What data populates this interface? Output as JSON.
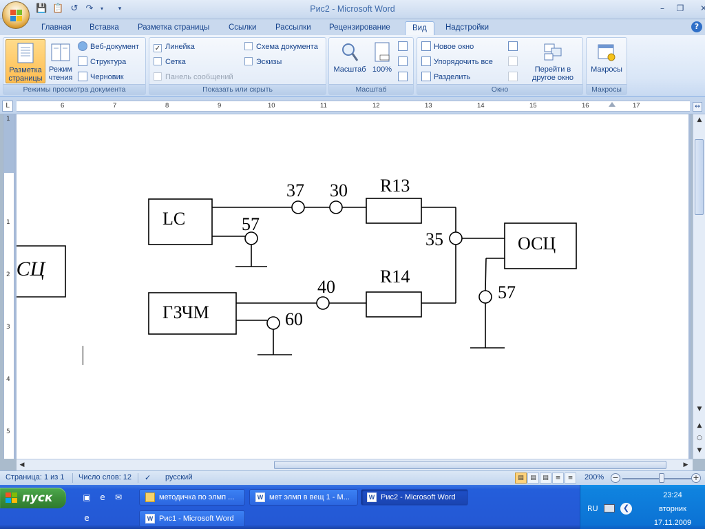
{
  "window": {
    "title": "Рис2 - Microsoft Word"
  },
  "tabs": [
    "Главная",
    "Вставка",
    "Разметка страницы",
    "Ссылки",
    "Рассылки",
    "Рецензирование",
    "Вид",
    "Надстройки"
  ],
  "active_tab": "Вид",
  "ribbon": {
    "view_modes": {
      "label": "Режимы просмотра документа",
      "page_layout": "Разметка страницы",
      "reading_mode": "Режим чтения",
      "web_document": "Веб-документ",
      "outline": "Структура",
      "draft": "Черновик"
    },
    "show_hide": {
      "label": "Показать или скрыть",
      "ruler": "Линейка",
      "ruler_checked": true,
      "grid": "Сетка",
      "message_bar": "Панель сообщений",
      "document_map": "Схема документа",
      "thumbnails": "Эскизы"
    },
    "zoom": {
      "label": "Масштаб",
      "zoom_button": "Масштаб",
      "hundred": "100%"
    },
    "window_group": {
      "label": "Окно",
      "new_window": "Новое окно",
      "arrange_all": "Упорядочить все",
      "split": "Разделить",
      "switch_windows": "Перейти в другое окно"
    },
    "macros": {
      "label": "Макросы",
      "button": "Макросы"
    }
  },
  "ruler": {
    "numbers": [
      "6",
      "7",
      "8",
      "9",
      "10",
      "11",
      "12",
      "13",
      "14",
      "15",
      "16",
      "17"
    ],
    "vertical_numbers": [
      "1",
      "1",
      "2",
      "3",
      "4",
      "5"
    ]
  },
  "diagram": {
    "blocks": {
      "lc": "LC",
      "gzchm": "ГЗЧМ",
      "osc": "ОСЦ",
      "osc_partial": "ОСЦ"
    },
    "resistors": {
      "r13": "R13",
      "r14": "R14"
    },
    "nodes": {
      "n37": "37",
      "n30": "30",
      "n57_left": "57",
      "n35": "35",
      "n40": "40",
      "n60": "60",
      "n57_right": "57"
    }
  },
  "statusbar": {
    "page": "Страница: 1 из 1",
    "words": "Число слов: 12",
    "language": "русский",
    "zoom": "200%",
    "zoom_level_percent": 200
  },
  "taskbar": {
    "start": "пуск",
    "tasks": [
      {
        "label": "методичка по элмп ...",
        "active": false
      },
      {
        "label": "мет элмп в вещ 1 - М...",
        "active": false
      },
      {
        "label": "Рис2 - Microsoft Word",
        "active": true
      },
      {
        "label": "Рис1 - Microsoft Word",
        "active": false
      }
    ],
    "lang": "RU",
    "time": "23:24",
    "weekday": "вторник",
    "date": "17.11.2009"
  },
  "colors": {
    "ribbon_text": "#15428b",
    "active_view": "#ffbd50",
    "taskbar": "#245edb",
    "start": "#3c8f3a"
  }
}
